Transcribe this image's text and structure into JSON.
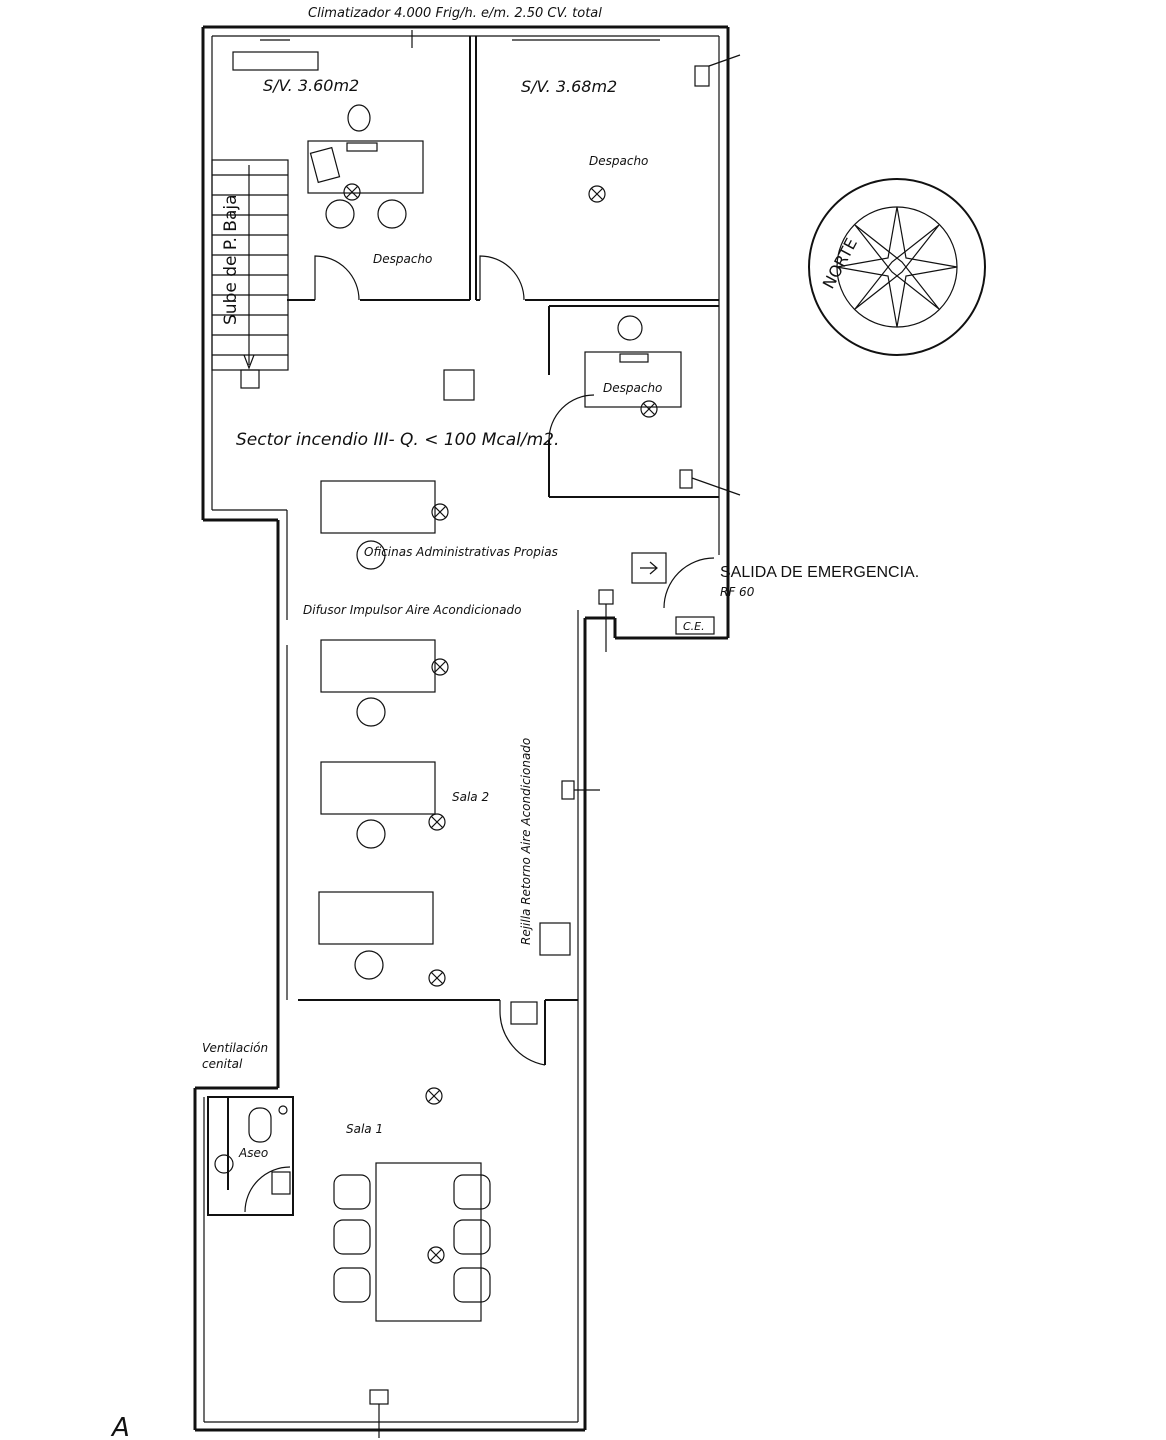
{
  "labels": {
    "climatizador": "Climatizador 4.000 Frig/h. e/m. 2.50 CV. total",
    "sv_left": "S/V.   3.60m2",
    "sv_right": "S/V.   3.68m2",
    "despacho_top_right": "Despacho",
    "despacho_top_left": "Despacho",
    "despacho_small": "Despacho",
    "stairs": "Sube de P. Baja",
    "sector": "Sector incendio III- Q. < 100 Mcal/m2.",
    "oficinas": "Oficinas Administrativas Propias",
    "salida": "SALIDA DE EMERGENCIA.",
    "rf": "RF 60",
    "ce": "C.E.",
    "difusor": "Difusor Impulsor Aire Acondicionado",
    "rejilla": "Rejilla Retorno Aire Acondicionado",
    "sala2": "Sala  2",
    "ventilacion_1": "Ventilación",
    "ventilacion_2": "cenital",
    "sala1": "Sala  1",
    "aseo": "Aseo",
    "norte": "NORTE",
    "corner_letter": "A"
  }
}
